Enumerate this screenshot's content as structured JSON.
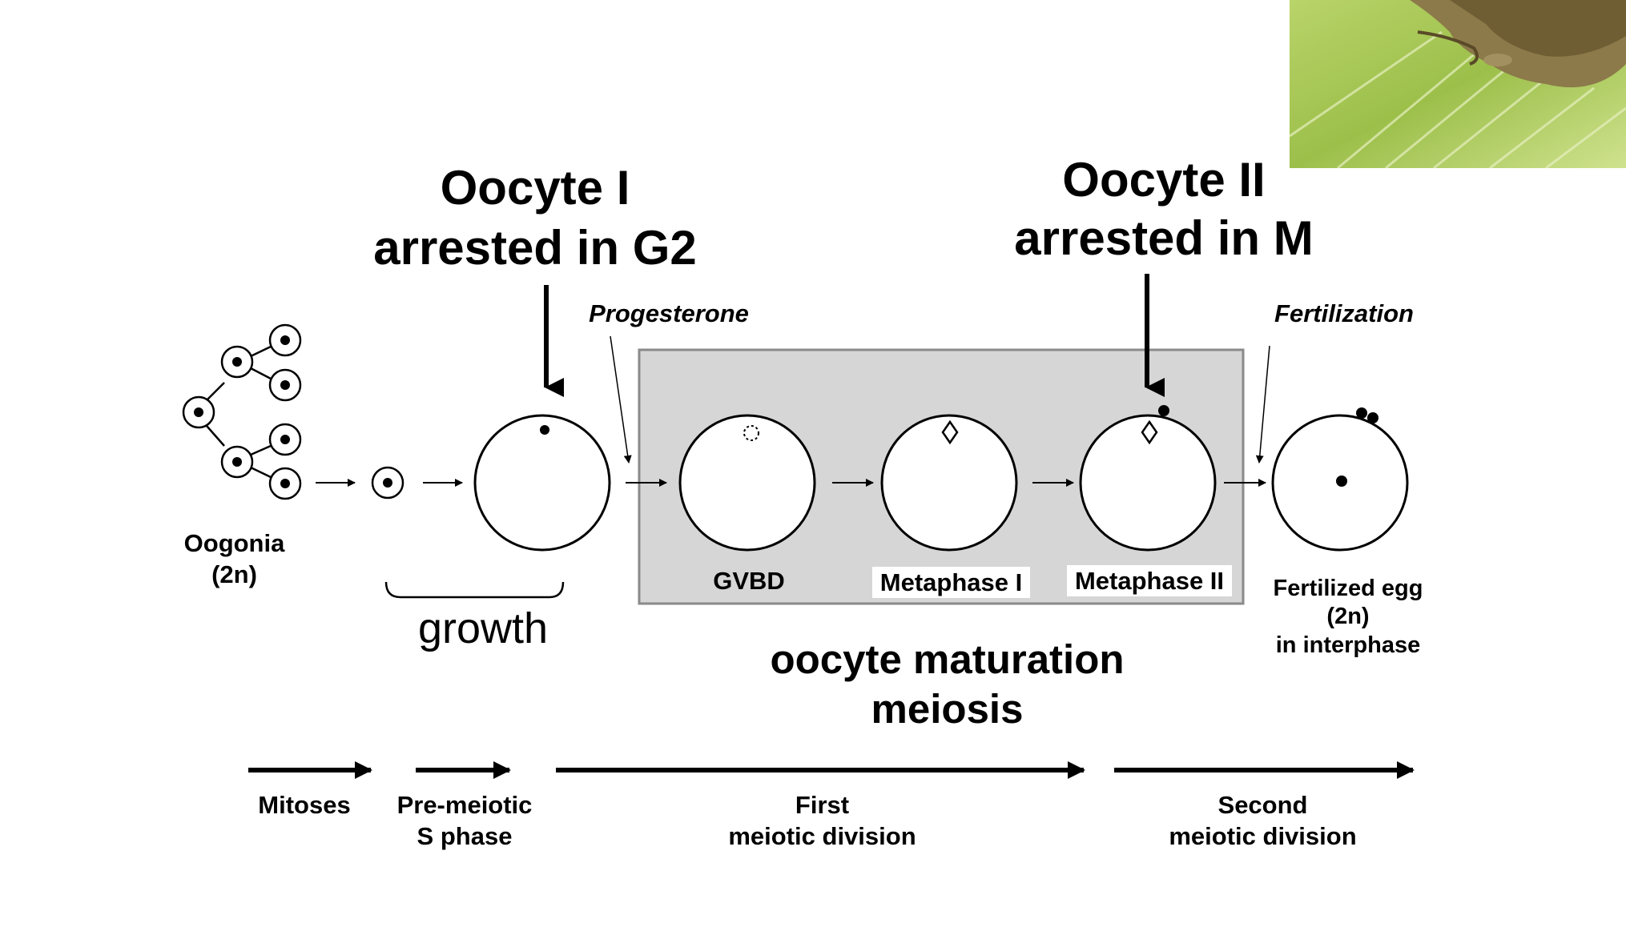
{
  "title_left": {
    "line1": "Oocyte I",
    "line2": "arrested in G2"
  },
  "title_right": {
    "line1": "Oocyte II",
    "line2": "arrested in M"
  },
  "signals": {
    "progesterone": "Progesterone",
    "fertilization": "Fertilization"
  },
  "oogonia_label": {
    "line1": "Oogonia",
    "line2": "(2n)"
  },
  "growth_label": "growth",
  "stages": {
    "gvbd": "GVBD",
    "metaphase1": "Metaphase I",
    "metaphase2": "Metaphase II"
  },
  "fertilized_label": {
    "line1": "Fertilized egg",
    "line2": "(2n)",
    "line3": "in interphase"
  },
  "maturation_label": {
    "line1": "oocyte maturation",
    "line2": "meiosis"
  },
  "phases": {
    "mitoses": "Mitoses",
    "premeiotic": {
      "line1": "Pre-meiotic",
      "line2": "S phase"
    },
    "first": {
      "line1": "First",
      "line2": "meiotic division"
    },
    "second": {
      "line1": "Second",
      "line2": "meiotic division"
    }
  },
  "colors": {
    "box_fill": "#d6d6d6",
    "box_border": "#8a8a8a",
    "photo_green": "#9cbf4a"
  },
  "photo_icon": "frog-on-leaf-photo"
}
